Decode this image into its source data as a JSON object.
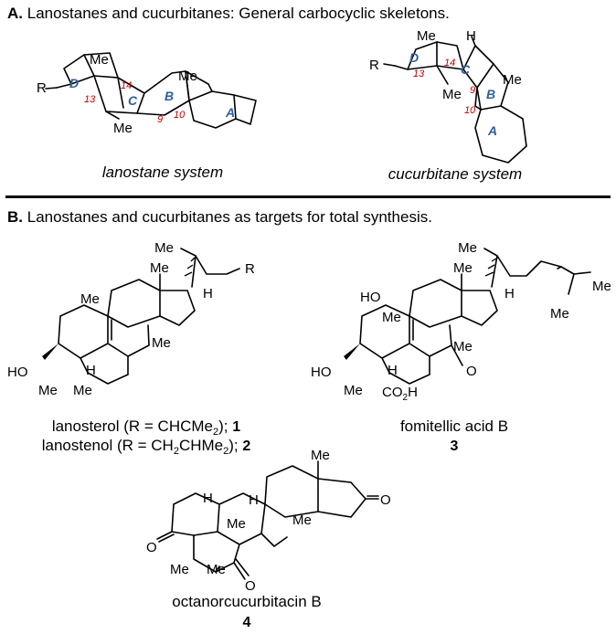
{
  "sections": {
    "a": {
      "letter": "A.",
      "title": "Lanostanes and cucurbitanes: General carbocyclic skeletons.",
      "lanostane": {
        "caption": "lanostane system",
        "labels": {
          "r": "R",
          "me_top": "Me",
          "me_bottom": "Me",
          "me_right": "Me",
          "ring_a": "A",
          "ring_b": "B",
          "ring_c": "C",
          "ring_d": "D",
          "n13": "13",
          "n14": "14",
          "n9": "9",
          "n10": "10"
        }
      },
      "cucurbitane": {
        "caption": "cucurbitane system",
        "labels": {
          "r": "R",
          "me_top": "Me",
          "h_top": "H",
          "me_mid": "Me",
          "me_right": "Me",
          "ring_a": "A",
          "ring_b": "B",
          "ring_c": "C",
          "ring_d": "D",
          "n13": "13",
          "n14": "14",
          "n9": "9",
          "n10": "10"
        }
      }
    },
    "b": {
      "letter": "B.",
      "title": "Lanostanes and cucurbitanes as targets for total synthesis.",
      "lanosterol": {
        "labels": {
          "me_side": "Me",
          "r": "R",
          "me18": "Me",
          "h17": "H",
          "me19": "Me",
          "me30": "Me",
          "ho": "HO",
          "me_a1": "Me",
          "me_a2": "Me",
          "h5": "H"
        },
        "name_line1": "lanosterol (R = CHCMe",
        "name_line1_sub": "2",
        "name_line1_end": ");",
        "num1": "1",
        "name_line2": "lanostenol (R = CH",
        "name_line2_sub1": "2",
        "name_line2_mid": "CHMe",
        "name_line2_sub2": "2",
        "name_line2_end": ");",
        "num2": "2"
      },
      "fomitellic": {
        "labels": {
          "me_side": "Me",
          "me_end1": "Me",
          "me_end2": "Me",
          "me18": "Me",
          "h17": "H",
          "ho_top": "HO",
          "me19": "Me",
          "me30": "Me",
          "ho": "HO",
          "me_a": "Me",
          "h5": "H",
          "co2h": "CO",
          "co2h_sub": "2",
          "co2h_end": "H",
          "o": "O"
        },
        "name": "fomitellic acid B",
        "num": "3"
      },
      "octanor": {
        "labels": {
          "me18": "Me",
          "o_d": "O",
          "h8": "H",
          "h10": "H",
          "me19": "Me",
          "me30": "Me",
          "o_a": "O",
          "o_b": "O",
          "me_a1": "Me",
          "me_a2": "Me"
        },
        "name": "octanorcucurbitacin B",
        "num": "4"
      }
    }
  }
}
